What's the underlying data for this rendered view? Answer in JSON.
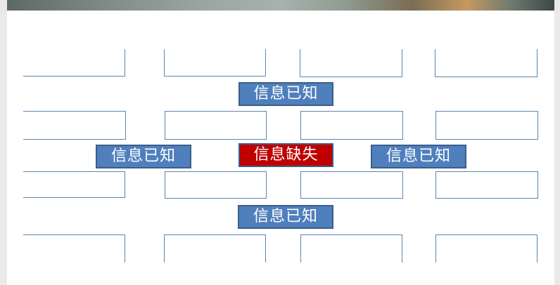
{
  "labels": {
    "top": "信息已知",
    "left": "信息已知",
    "center": "信息缺失",
    "right": "信息已知",
    "bottom": "信息已知"
  },
  "colors": {
    "known_fill": "#4f7fbc",
    "missing_fill": "#c00000",
    "border": "#3b5e8c",
    "grid_line": "#5b84b1"
  }
}
